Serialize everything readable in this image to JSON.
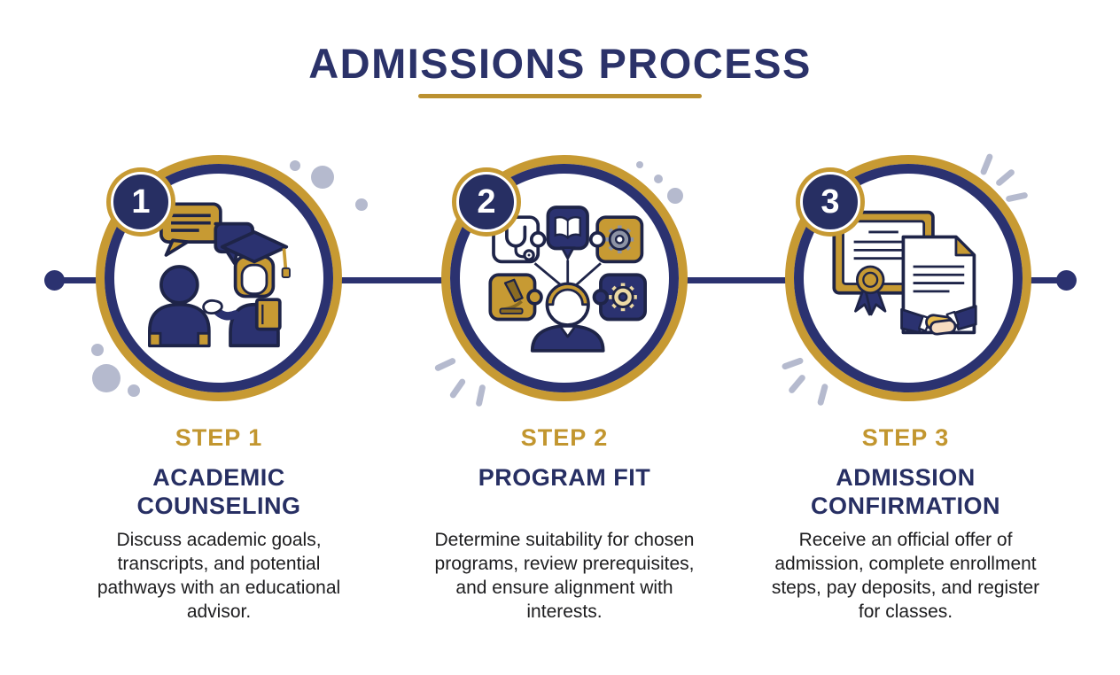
{
  "title": "ADMISSIONS PROCESS",
  "colors": {
    "navy": "#2b3270",
    "navy_dark": "#272f63",
    "gold": "#c79a33",
    "gold_text": "#c2962f",
    "decor_gray": "#b5bace",
    "body_text": "#1d1d1f"
  },
  "connector": {
    "style": "horizontal line with round end dots"
  },
  "steps": [
    {
      "number": "1",
      "label": "STEP 1",
      "heading": "ACADEMIC COUNSELING",
      "description": "Discuss academic goals, transcripts, and potential pathways with an educational advisor.",
      "icon": "advisor-student-conversation-icon"
    },
    {
      "number": "2",
      "label": "STEP 2",
      "heading": "PROGRAM FIT",
      "description": "Determine suitability for chosen programs, review prerequisites, and ensure alignment with interests.",
      "icon": "person-puzzle-pieces-icon"
    },
    {
      "number": "3",
      "label": "STEP 3",
      "heading": "ADMISSION CONFIRMATION",
      "description": "Receive an official offer of admission, complete enrollment steps, pay deposits, and register for classes.",
      "icon": "certificate-handshake-icon"
    }
  ]
}
